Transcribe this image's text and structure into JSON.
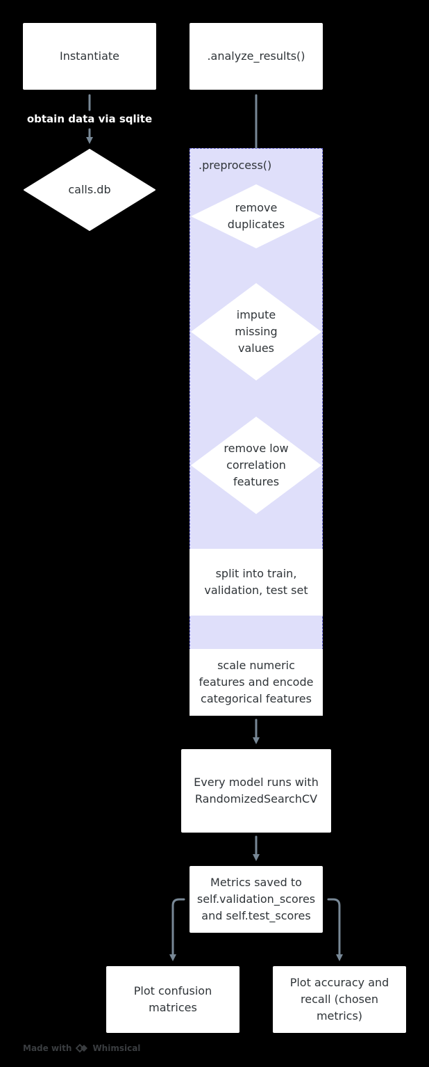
{
  "nodes": {
    "instantiate": "Instantiate",
    "analyze_results": ".analyze_results()",
    "calls_db": "calls.db",
    "preprocess_group": ".preprocess()",
    "remove_duplicates_1": "remove",
    "remove_duplicates_2": "duplicates",
    "impute_1": "impute",
    "impute_2": "missing",
    "impute_3": "values",
    "low_corr_1": "remove low",
    "low_corr_2": "correlation",
    "low_corr_3": "features",
    "split_1": "split into train,",
    "split_2": "validation, test set",
    "scale_1": "scale numeric",
    "scale_2": "features and encode",
    "scale_3": "categorical features",
    "model_1": "Every model runs with",
    "model_2": "RandomizedSearchCV",
    "metrics_1": "Metrics saved to",
    "metrics_2": "self.validation_scores",
    "metrics_3": "and self.test_scores",
    "plot_confusion_1": "Plot confusion",
    "plot_confusion_2": "matrices",
    "plot_accuracy_1": "Plot accuracy and",
    "plot_accuracy_2": "recall (chosen",
    "plot_accuracy_3": "metrics)"
  },
  "edge_labels": {
    "sqlite": "obtain data via sqlite"
  },
  "watermark": {
    "made_with": "Made with",
    "brand": "Whimsical"
  },
  "colors": {
    "background": "#000000",
    "node_fill": "#ffffff",
    "group_fill": "#dfdffa",
    "group_border": "#6e6ee0",
    "edge": "#788896",
    "text": "#2f3438"
  }
}
